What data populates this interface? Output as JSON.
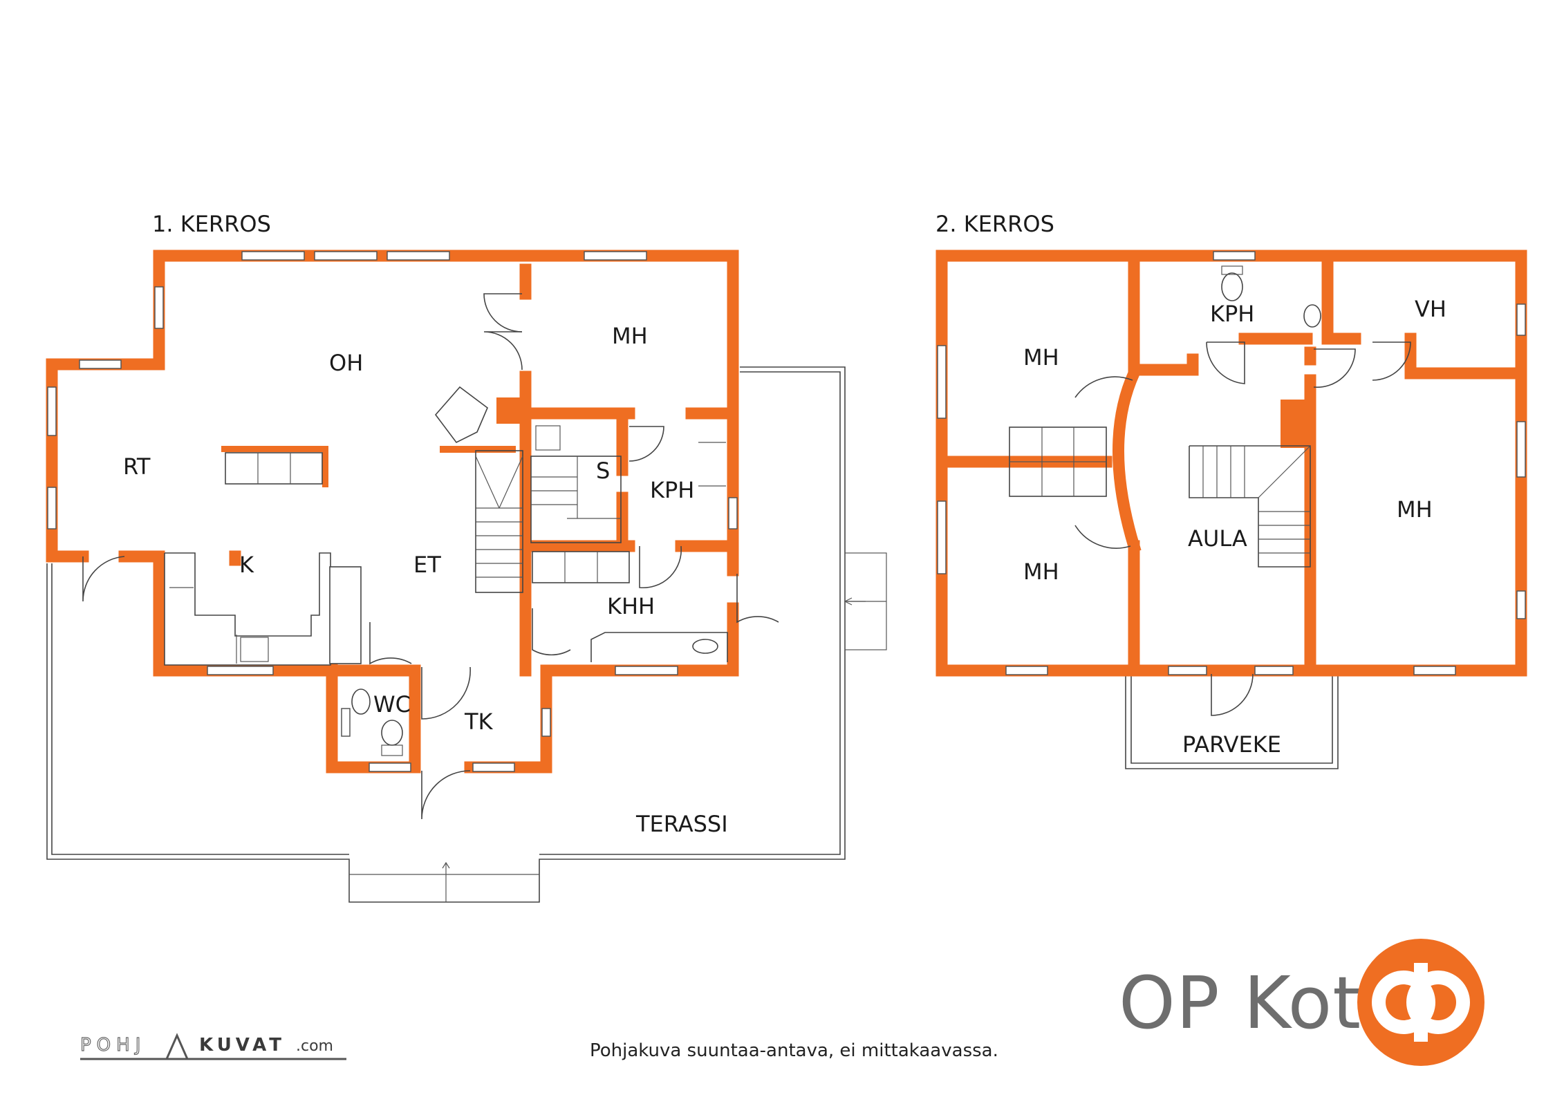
{
  "floors": [
    {
      "title": "1. KERROS",
      "rooms": {
        "oh": "OH",
        "mh": "MH",
        "rt": "RT",
        "k": "K",
        "et": "ET",
        "s": "S",
        "kph": "KPH",
        "khh": "KHH",
        "wc": "WC",
        "tk": "TK",
        "terassi": "TERASSI"
      }
    },
    {
      "title": "2. KERROS",
      "rooms": {
        "mh1": "MH",
        "kph": "KPH",
        "vh": "VH",
        "mh2": "MH",
        "aula": "AULA",
        "mh3": "MH",
        "parveke": "PARVEKE"
      }
    }
  ],
  "footer": {
    "note": "Pohjakuva suuntaa-antava, ei mittakaavassa.",
    "credit_left": "POHJ",
    "credit_right": "KUVAT",
    "credit_suffix": ".com",
    "brand": "OP Koti"
  },
  "colors": {
    "wall": "#ef6e22",
    "text": "#1a1a1a",
    "brand_gray": "#6e6e6e",
    "logo": "#ef6e22"
  }
}
